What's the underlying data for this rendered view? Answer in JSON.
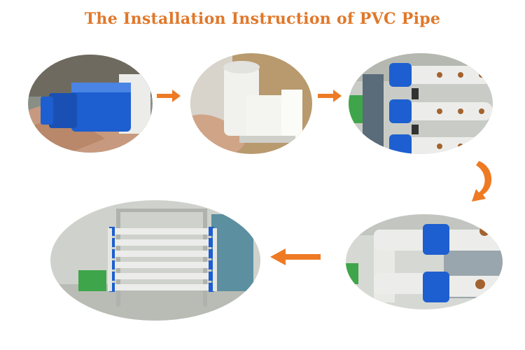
{
  "title": "The Installation Instruction of PVC Pipe",
  "colors": {
    "title": "#e0782a",
    "arrow": "#ee7a24",
    "pvc_blue": "#1d5fd0",
    "pvc_white": "#ecedea",
    "hole_brown": "#a4622e"
  },
  "steps": [
    {
      "image": "hand-holding-blue-coupling-on-white-pipe"
    },
    {
      "image": "hand-holding-white-elbow-fitting"
    },
    {
      "image": "rack-with-blue-end-caps-close-up"
    },
    {
      "image": "elbow-joints-with-blue-caps-close-up"
    },
    {
      "image": "finished-hydroponic-rack-system"
    }
  ],
  "arrows": [
    "arrow-right-icon",
    "arrow-right-icon",
    "arrow-curved-down-icon",
    "arrow-left-icon"
  ]
}
